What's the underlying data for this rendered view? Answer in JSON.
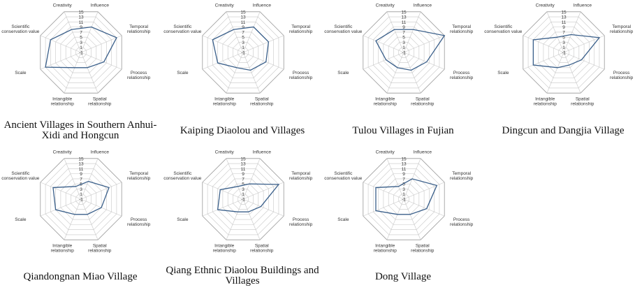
{
  "chart_data": [
    {
      "type": "radar",
      "title": "Ancient Villages in Southern Anhui-Xidi and Hongcun",
      "axes": [
        "Creativity",
        "Influence",
        "Temporal relationship",
        "Process relationship",
        "Spatial relationship",
        "Intangible relationship",
        "Scale",
        "Scientific conservation value"
      ],
      "values": [
        8,
        9,
        13,
        8,
        5,
        5,
        13,
        11
      ],
      "tick_labels": [
        "15",
        "13",
        "11",
        "9",
        "7",
        "5",
        "3",
        "1",
        "-1"
      ],
      "rlim": [
        -1,
        15
      ],
      "series_color": "#3a5f8a",
      "grid": true
    },
    {
      "type": "radar",
      "title": "Kaiping Diaolou and Villages",
      "axes": [
        "Creativity",
        "Influence",
        "Temporal relationship",
        "Process relationship",
        "Spatial relationship",
        "Intangible relationship",
        "Scale",
        "Scientific conservation value"
      ],
      "values": [
        8,
        9,
        9,
        8,
        6,
        5,
        9,
        11
      ],
      "tick_labels": [
        "15",
        "13",
        "11",
        "9",
        "7",
        "5",
        "3",
        "1",
        "-1"
      ],
      "rlim": [
        -1,
        15
      ],
      "series_color": "#3a5f8a",
      "grid": true
    },
    {
      "type": "radar",
      "title": "Tulou Villages in Fujian",
      "axes": [
        "Creativity",
        "Influence",
        "Temporal relationship",
        "Process relationship",
        "Spatial relationship",
        "Intangible relationship",
        "Scale",
        "Scientific conservation value"
      ],
      "values": [
        8,
        8,
        15,
        8,
        6,
        5,
        6,
        10
      ],
      "tick_labels": [
        "15",
        "13",
        "11",
        "9",
        "7",
        "5",
        "3",
        "1",
        "-1"
      ],
      "rlim": [
        -1,
        15
      ],
      "series_color": "#3a5f8a",
      "grid": true
    },
    {
      "type": "radar",
      "title": "Dingcun and Dangjia Village",
      "axes": [
        "Creativity",
        "Influence",
        "Temporal relationship",
        "Process relationship",
        "Spatial relationship",
        "Intangible relationship",
        "Scale",
        "Scientific conservation value"
      ],
      "values": [
        5,
        6,
        13,
        6,
        4,
        5,
        11,
        11
      ],
      "tick_labels": [
        "15",
        "13",
        "11",
        "9",
        "7",
        "5",
        "3",
        "1",
        "-1"
      ],
      "rlim": [
        -1,
        15
      ],
      "series_color": "#3a5f8a",
      "grid": true
    },
    {
      "type": "radar",
      "title": "Qiandongnan Miao Village",
      "axes": [
        "Creativity",
        "Influence",
        "Temporal relationship",
        "Process relationship",
        "Spatial relationship",
        "Intangible relationship",
        "Scale",
        "Scientific conservation value"
      ],
      "values": [
        4,
        6,
        10,
        7,
        5,
        5,
        9,
        10
      ],
      "tick_labels": [
        "15",
        "13",
        "11",
        "9",
        "7",
        "5",
        "3",
        "1",
        "-1"
      ],
      "rlim": [
        -1,
        15
      ],
      "series_color": "#3a5f8a",
      "grid": true
    },
    {
      "type": "radar",
      "title": "Qiang Ethnic Diaolou Buildings and Villages",
      "axes": [
        "Creativity",
        "Influence",
        "Temporal relationship",
        "Process relationship",
        "Spatial relationship",
        "Intangible relationship",
        "Scale",
        "Scientific conservation value"
      ],
      "values": [
        4,
        5,
        13,
        6,
        4,
        4,
        9,
        8
      ],
      "tick_labels": [
        "15",
        "13",
        "11",
        "9",
        "7",
        "5",
        "3",
        "1",
        "-1"
      ],
      "rlim": [
        -1,
        15
      ],
      "series_color": "#3a5f8a",
      "grid": true
    },
    {
      "type": "radar",
      "title": "Dong Village",
      "axes": [
        "Creativity",
        "Influence",
        "Temporal relationship",
        "Process relationship",
        "Spatial relationship",
        "Intangible relationship",
        "Scale",
        "Scientific conservation value"
      ],
      "values": [
        4,
        7,
        12,
        8,
        5,
        5,
        10,
        10
      ],
      "tick_labels": [
        "15",
        "13",
        "11",
        "9",
        "7",
        "5",
        "3",
        "1",
        "-1"
      ],
      "rlim": [
        -1,
        15
      ],
      "series_color": "#3a5f8a",
      "grid": true
    }
  ]
}
